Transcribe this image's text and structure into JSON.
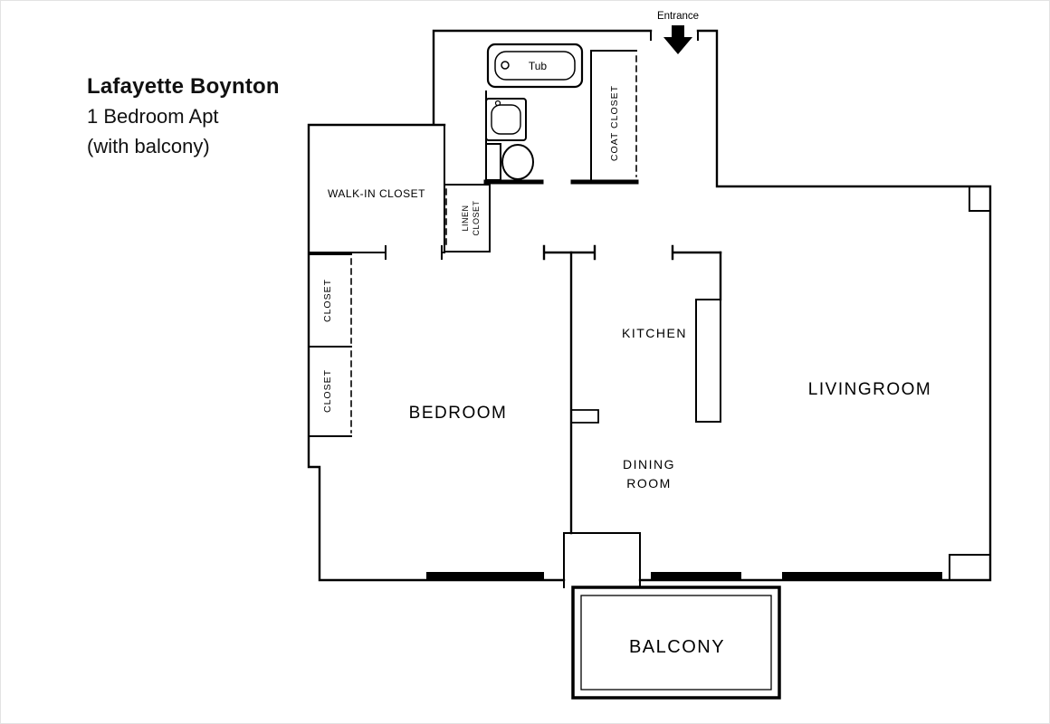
{
  "title": {
    "line1": "Lafayette Boynton",
    "line2": "1 Bedroom Apt",
    "line3": "(with balcony)"
  },
  "entrance": {
    "label": "Entrance"
  },
  "fixtures": {
    "tub": "Tub"
  },
  "rooms": {
    "bedroom": "BEDROOM",
    "kitchen": "KITCHEN",
    "livingroom": "LIVINGROOM",
    "dining_line1": "DINING",
    "dining_line2": "ROOM",
    "balcony": "BALCONY",
    "walk_in_closet": "WALK-IN CLOSET",
    "coat_closet": "COAT CLOSET",
    "linen_line1": "LINEN",
    "linen_line2": "CLOSET",
    "closet_upper": "CLOSET",
    "closet_lower": "CLOSET"
  },
  "colors": {
    "walls": "#000000",
    "background": "#ffffff"
  }
}
